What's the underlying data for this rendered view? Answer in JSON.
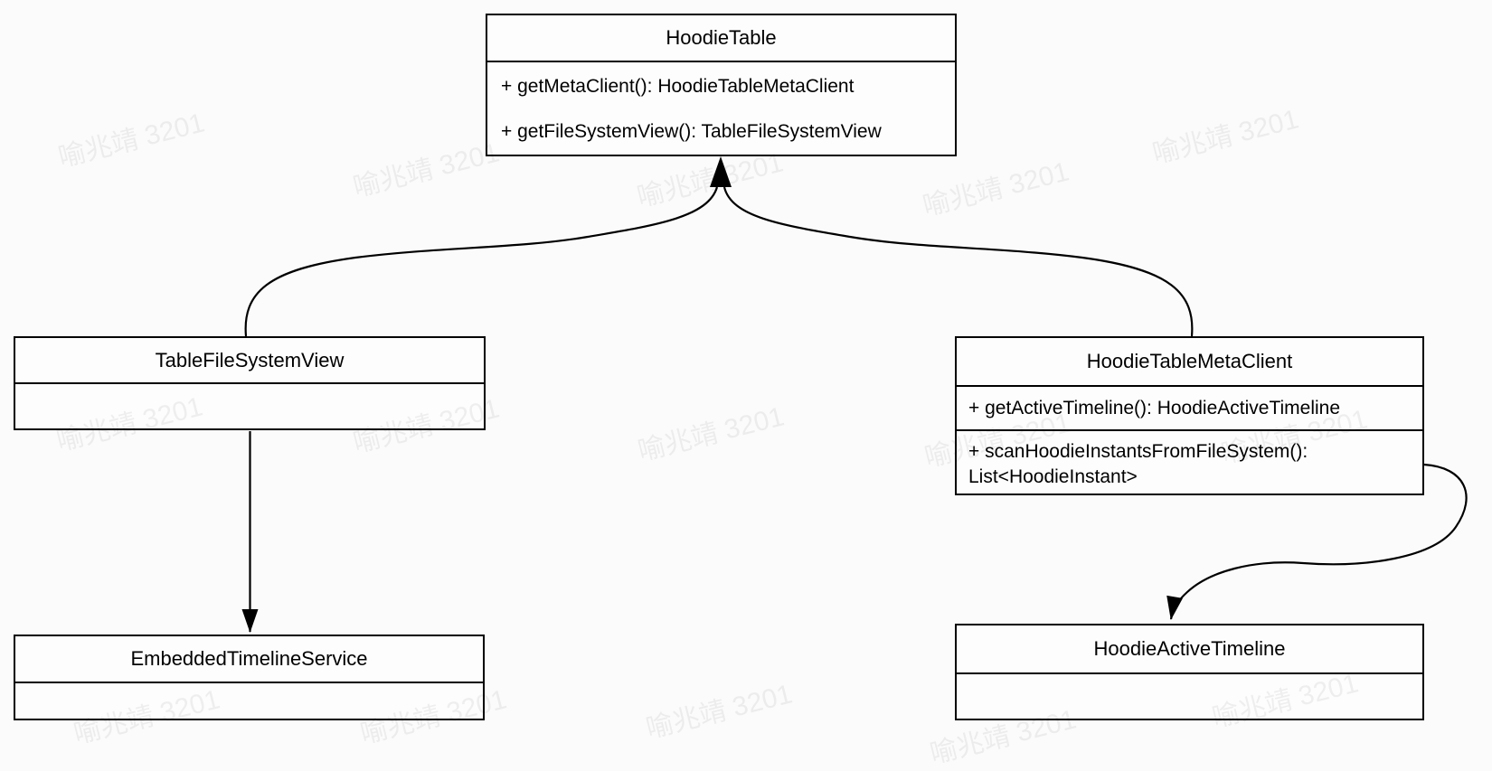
{
  "watermark": {
    "text": "喻兆靖 3201"
  },
  "colors": {
    "stroke": "#000000",
    "box_fill": "#fdfdfd",
    "background": "#fbfbfb",
    "watermark_tint": "#000000"
  },
  "classes": [
    {
      "title": "HoodieTable",
      "methods": [
        "+ getMetaClient(): HoodieTableMetaClient",
        "+ getFileSystemView(): TableFileSystemView"
      ]
    },
    {
      "title": "TableFileSystemView",
      "methods": []
    },
    {
      "title": "HoodieTableMetaClient",
      "methods": [
        "+ getActiveTimeline(): HoodieActiveTimeline",
        "+ scanHoodieInstantsFromFileSystem(): List<HoodieInstant>"
      ]
    },
    {
      "title": "EmbeddedTimelineService",
      "methods": []
    },
    {
      "title": "HoodieActiveTimeline",
      "methods": []
    }
  ],
  "relations": [
    {
      "from": "TableFileSystemView",
      "to": "HoodieTable",
      "type": "arrow"
    },
    {
      "from": "HoodieTableMetaClient",
      "to": "HoodieTable",
      "type": "arrow"
    },
    {
      "from": "TableFileSystemView",
      "to": "EmbeddedTimelineService",
      "type": "arrow"
    },
    {
      "from": "HoodieTableMetaClient",
      "to": "HoodieActiveTimeline",
      "type": "arrow"
    }
  ]
}
